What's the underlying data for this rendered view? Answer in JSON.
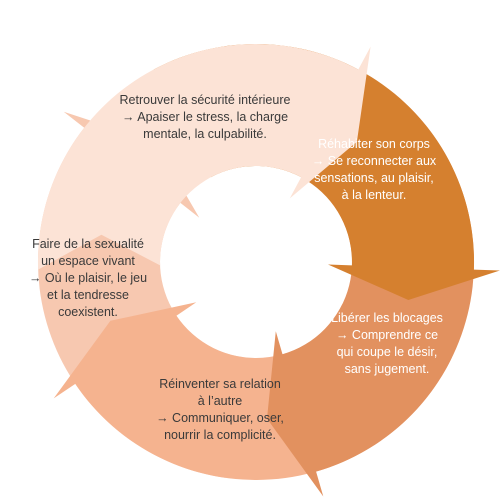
{
  "diagram": {
    "segments": [
      {
        "id": "securite",
        "color": "#fce3d6",
        "lines": [
          "Retrouver la sécurité intérieure",
          "→ Apaiser le stress, la charge",
          "mentale, la culpabilité."
        ]
      },
      {
        "id": "corps",
        "color": "#d5802f",
        "lines": [
          "Réhabiter son corps",
          "→ Se reconnecter aux",
          "sensations, au plaisir,",
          "à la lenteur."
        ]
      },
      {
        "id": "blocages",
        "color": "#e2915f",
        "lines": [
          "Libérer les blocages",
          "→ Comprendre ce",
          "qui coupe le désir,",
          "sans jugement."
        ]
      },
      {
        "id": "relation",
        "color": "#f5b38f",
        "lines": [
          "Réinventer sa relation",
          "à l’autre",
          "→ Communiquer, oser,",
          "nourrir la complicité."
        ]
      },
      {
        "id": "sexualite",
        "color": "#f7c8b0",
        "lines": [
          "Faire de la sexualité",
          "un espace vivant",
          "→ Où le plaisir, le jeu",
          "et la tendresse",
          "coexistent."
        ]
      }
    ]
  }
}
